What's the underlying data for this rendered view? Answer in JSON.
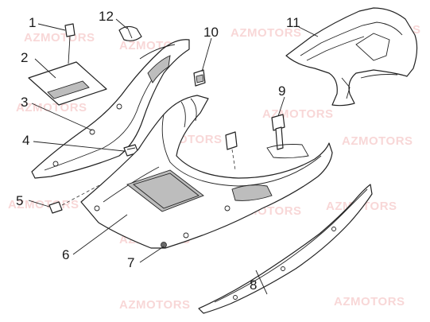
{
  "watermark_text": "AZMOTORS",
  "watermarks": [
    {
      "id": "wm-1"
    },
    {
      "id": "wm-2"
    },
    {
      "id": "wm-3"
    },
    {
      "id": "wm-4"
    },
    {
      "id": "wm-5"
    },
    {
      "id": "wm-6"
    },
    {
      "id": "wm-7"
    },
    {
      "id": "wm-8"
    },
    {
      "id": "wm-9"
    },
    {
      "id": "wm-10"
    },
    {
      "id": "wm-11"
    },
    {
      "id": "wm-12"
    },
    {
      "id": "wm-13"
    },
    {
      "id": "wm-14"
    }
  ],
  "callouts": [
    {
      "id": "1",
      "label": "1"
    },
    {
      "id": "2",
      "label": "2"
    },
    {
      "id": "3",
      "label": "3"
    },
    {
      "id": "4",
      "label": "4"
    },
    {
      "id": "5",
      "label": "5"
    },
    {
      "id": "6",
      "label": "6"
    },
    {
      "id": "7",
      "label": "7"
    },
    {
      "id": "8",
      "label": "8"
    },
    {
      "id": "9",
      "label": "9"
    },
    {
      "id": "10",
      "label": "10"
    },
    {
      "id": "11",
      "label": "11"
    },
    {
      "id": "12",
      "label": "12"
    }
  ],
  "colors": {
    "line": "#222222",
    "watermark": "#f3b7b7",
    "background": "#ffffff"
  }
}
